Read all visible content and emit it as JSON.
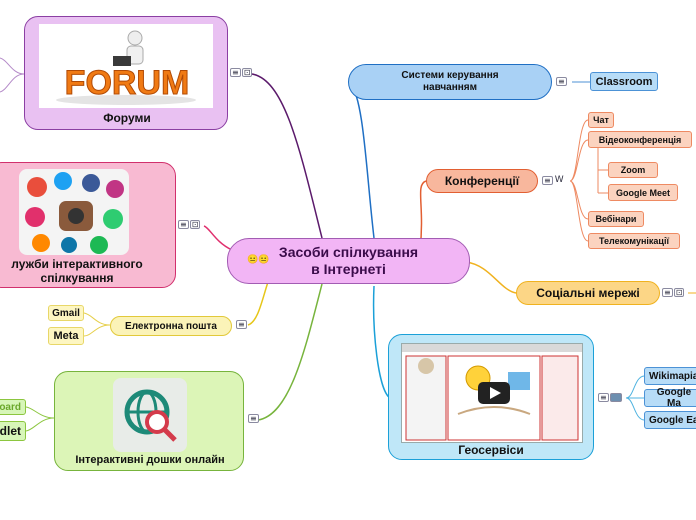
{
  "center": {
    "title": "Засоби спілкування в Інтернеті",
    "line1": "Засоби спілкування",
    "line2": "в Інтернеті",
    "emoji": "😐😐"
  },
  "topics": {
    "forums": {
      "label": "Форуми",
      "image_text": "FORUM"
    },
    "services": {
      "label_line1": "лужби інтерактивного",
      "label_line2": "спілкування"
    },
    "email": {
      "label": "Електронна пошта",
      "children": [
        "Gmail",
        "Meta"
      ]
    },
    "boards": {
      "label": "Інтерактивні дошки онлайн",
      "children": [
        "board",
        "dlet"
      ]
    },
    "lms": {
      "label_line1": "Системи керування",
      "label_line2": "навчанням",
      "children": [
        "Classroom"
      ]
    },
    "conferences": {
      "label": "Конференції",
      "children": [
        "Чат",
        "Відеоконференція",
        "Zoom",
        "Google Meet",
        "Вебінари",
        "Телекомунікації"
      ]
    },
    "social": {
      "label": "Соціальні мережі"
    },
    "geo": {
      "label": "Геосервіси",
      "children": [
        "Wikimapia",
        "Google Ma",
        "Google Ea"
      ]
    }
  },
  "icons": {
    "notes": "≡",
    "link": "⊡",
    "wiki": "W"
  },
  "colors": {
    "center": "#f2b5f5",
    "forums": "#e9c1f2",
    "services": "#f8bad2",
    "email": "#fbf3b8",
    "boards": "#dcf5b7",
    "lms": "#a9d1f5",
    "conferences": "#f8b79d",
    "social": "#fcd686",
    "geo": "#bfe7f8",
    "leaf_blue": "#b7dcf7",
    "leaf_orange": "#fbd3bf",
    "leaf_yellow": "#fdf6c2",
    "leaf_green": "#d7f6b8"
  }
}
